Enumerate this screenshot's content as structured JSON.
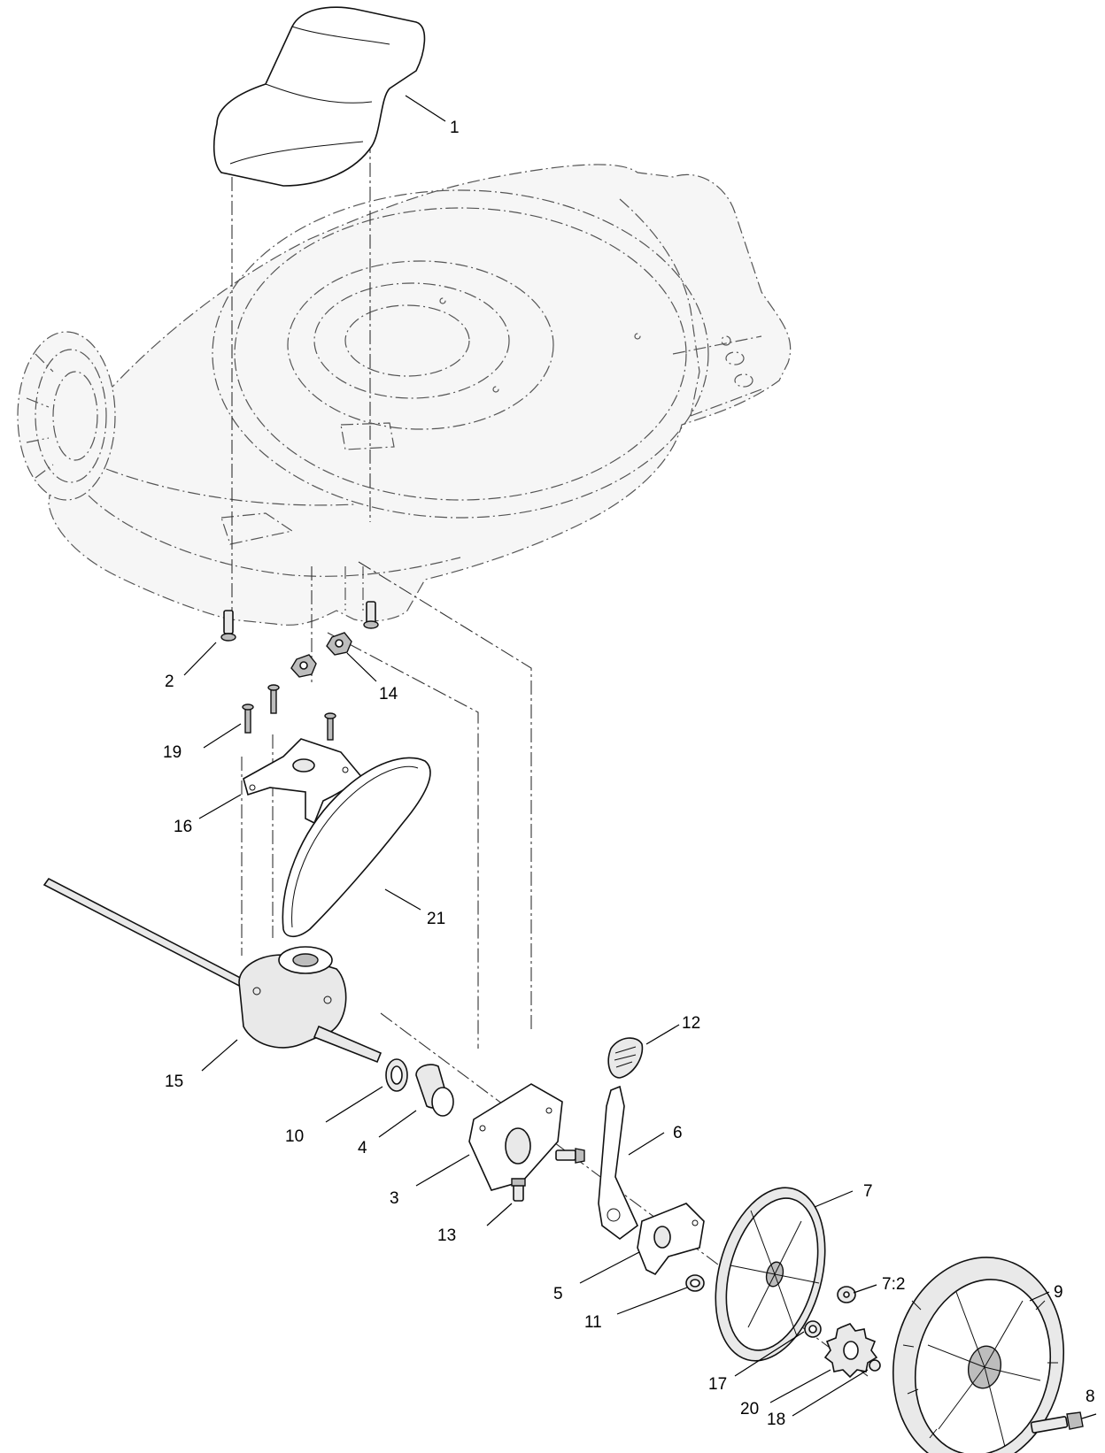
{
  "callouts": [
    {
      "id": "c1",
      "text": "1"
    },
    {
      "id": "c2",
      "text": "2"
    },
    {
      "id": "c14",
      "text": "14"
    },
    {
      "id": "c19",
      "text": "19"
    },
    {
      "id": "c16",
      "text": "16"
    },
    {
      "id": "c21",
      "text": "21"
    },
    {
      "id": "c15",
      "text": "15"
    },
    {
      "id": "c12",
      "text": "12"
    },
    {
      "id": "c6",
      "text": "6"
    },
    {
      "id": "c10",
      "text": "10"
    },
    {
      "id": "c4",
      "text": "4"
    },
    {
      "id": "c3",
      "text": "3"
    },
    {
      "id": "c13",
      "text": "13"
    },
    {
      "id": "c7",
      "text": "7"
    },
    {
      "id": "c72",
      "text": "7:2"
    },
    {
      "id": "c5",
      "text": "5"
    },
    {
      "id": "c11",
      "text": "11"
    },
    {
      "id": "c9",
      "text": "9"
    },
    {
      "id": "c17",
      "text": "17"
    },
    {
      "id": "c20",
      "text": "20"
    },
    {
      "id": "c18",
      "text": "18"
    },
    {
      "id": "c8",
      "text": "8"
    }
  ]
}
